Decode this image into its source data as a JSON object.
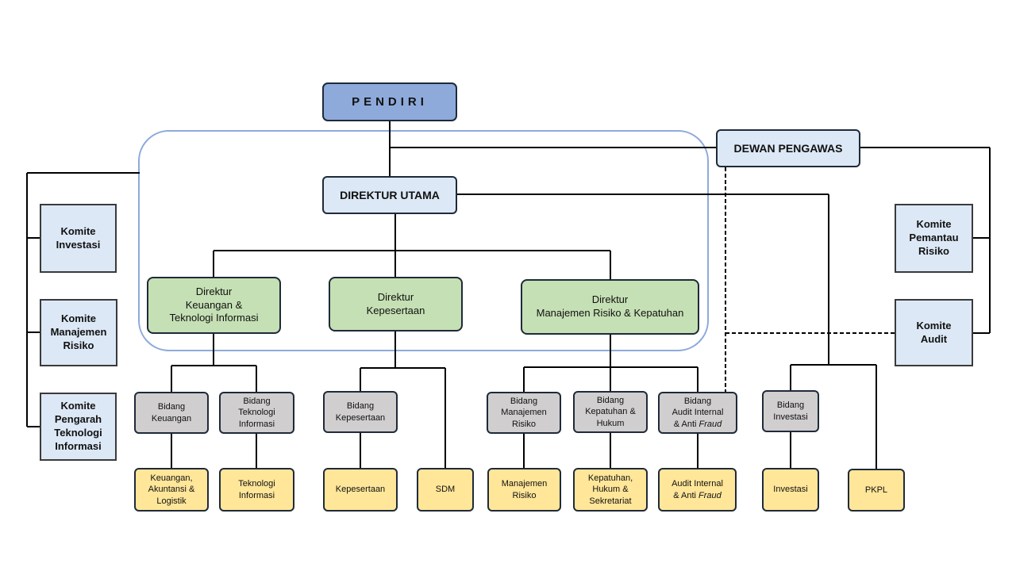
{
  "top": {
    "pendiri": "PENDIRI",
    "dewan_pengawas": "DEWAN PENGAWAS",
    "direktur_utama": "DIREKTUR UTAMA"
  },
  "komite_left": [
    "Komite\nInvestasi",
    "Komite\nManajemen\nRisiko",
    "Komite\nPengarah\nTeknologi\nInformasi"
  ],
  "komite_right": [
    "Komite\nPemantau\nRisiko",
    "Komite\nAudit"
  ],
  "direktur": [
    "Direktur\nKeuangan &\nTeknologi Informasi",
    "Direktur\nKepesertaan",
    "Direktur\nManajemen Risiko & Kepatuhan"
  ],
  "bidang": {
    "keuangan": "Bidang\nKeuangan",
    "teknologi": "Bidang\nTeknologi\nInformasi",
    "kepesertaan": "Bidang\nKepesertaan",
    "manajemen_risiko": "Bidang\nManajemen\nRisiko",
    "kepatuhan": "Bidang\nKepatuhan &\nHukum",
    "audit_line1": "Bidang\nAudit Internal\n& Anti ",
    "audit_fraud": "Fraud",
    "investasi": "Bidang\nInvestasi"
  },
  "units": {
    "keuangan": "Keuangan,\nAkuntansi &\nLogistik",
    "teknologi": "Teknologi\nInformasi",
    "kepesertaan": "Kepesertaan",
    "sdm": "SDM",
    "manajemen_risiko": "Manajemen\nRisiko",
    "kepatuhan": "Kepatuhan,\nHukum &\nSekretariat",
    "audit_line1": "Audit Internal\n& Anti ",
    "audit_fraud": "Fraud",
    "investasi": "Investasi",
    "pkpl": "PKPL"
  },
  "colors": {
    "pendiri": "#8eaadb",
    "light_blue": "#dce8f5",
    "direktur_green": "#c5e0b4",
    "bidang_grey": "#d0cece",
    "unit_yellow": "#ffe699",
    "frame_blue": "#8eaadb"
  }
}
